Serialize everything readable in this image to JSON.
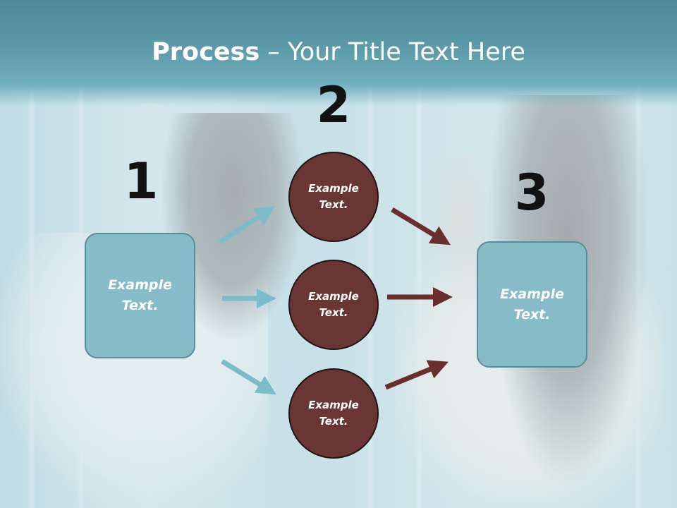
{
  "slide": {
    "title_bold": "Process",
    "title_rest": " – Your Title Text Here",
    "steps": [
      {
        "number": "1",
        "box_text": "Example\nText."
      },
      {
        "number": "2"
      },
      {
        "number": "3",
        "box_text": "Example\nText."
      }
    ],
    "circles": [
      {
        "text": "Example\nText."
      },
      {
        "text": "Example\nText."
      },
      {
        "text": "Example\nText."
      }
    ],
    "colors": {
      "title_band": "#5c9aa9",
      "box_fill": "#86bcc7",
      "circle_fill": "#6a3535",
      "arrow_teal": "#7bbccb",
      "arrow_brown": "#6b2e2e"
    }
  }
}
